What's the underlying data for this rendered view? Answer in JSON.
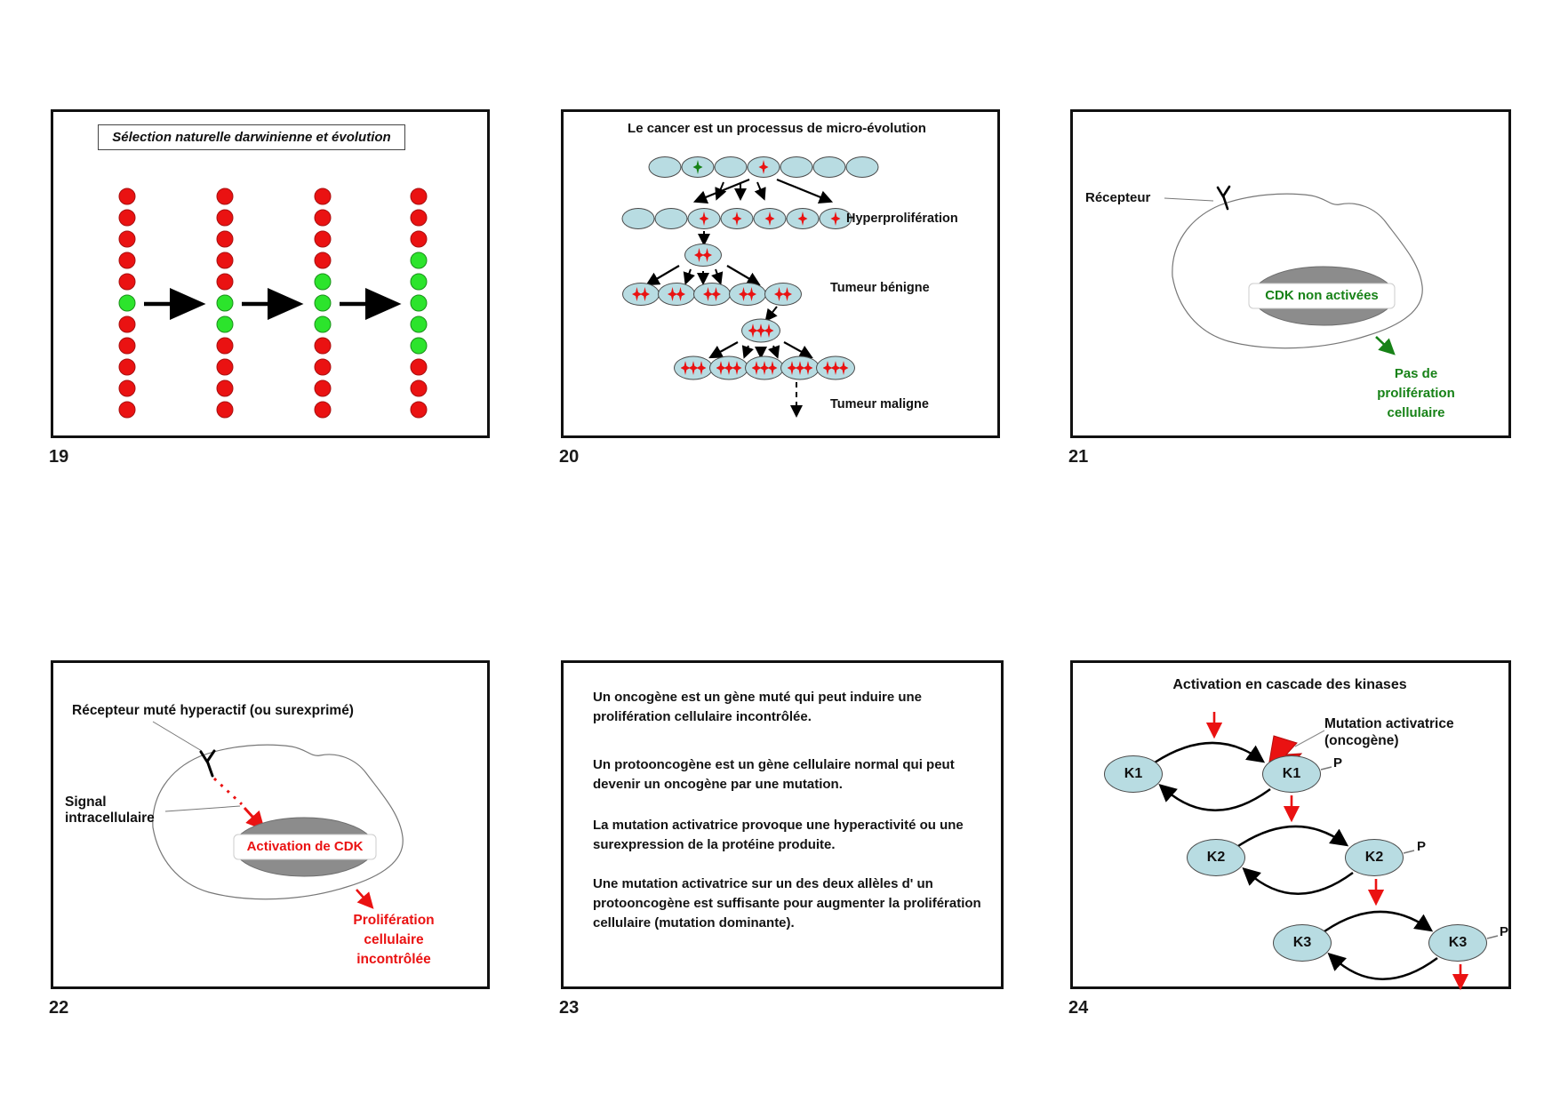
{
  "page": {
    "background": "#ffffff"
  },
  "colors": {
    "red": "#ea1212",
    "green_dot": "#2ce42c",
    "green_text": "#178217",
    "cell_blue": "#b8dce2",
    "nucleus_gray": "#8c8c8c"
  },
  "slides": {
    "s19": {
      "number": "19",
      "title": "Sélection naturelle darwinienne et évolution",
      "columns": [
        [
          "R",
          "R",
          "R",
          "R",
          "R",
          "G",
          "R",
          "R",
          "R",
          "R",
          "R"
        ],
        [
          "R",
          "R",
          "R",
          "R",
          "R",
          "G",
          "G",
          "R",
          "R",
          "R",
          "R"
        ],
        [
          "R",
          "R",
          "R",
          "R",
          "G",
          "G",
          "G",
          "R",
          "R",
          "R",
          "R"
        ],
        [
          "R",
          "R",
          "R",
          "G",
          "G",
          "G",
          "G",
          "G",
          "R",
          "R",
          "R"
        ]
      ]
    },
    "s20": {
      "number": "20",
      "title": "Le cancer est un processus de micro-évolution",
      "labels": {
        "hyperproliferation": "Hyperprolifération",
        "benign_tumor": "Tumeur bénigne",
        "malignant_tumor": "Tumeur maligne"
      },
      "rows": {
        "row1": [
          0,
          "G",
          0,
          1,
          0,
          0,
          0
        ],
        "row2": [
          0,
          0,
          1,
          1,
          1,
          1,
          1
        ],
        "intermediate1": [
          2
        ],
        "row3": [
          2,
          2,
          2,
          2,
          2
        ],
        "intermediate2": [
          3
        ],
        "row4": [
          3,
          3,
          3,
          3,
          3
        ]
      }
    },
    "s21": {
      "number": "21",
      "receptor_label": "Récepteur",
      "nucleus_label": "CDK non activées",
      "note_lines": [
        "Pas de",
        "prolifération",
        "cellulaire"
      ]
    },
    "s22": {
      "number": "22",
      "receptor_label": "Récepteur muté hyperactif (ou surexprimé)",
      "signal_lines": [
        "Signal",
        "intracellulaire"
      ],
      "nucleus_label": "Activation de CDK",
      "note_lines": [
        "Prolifération",
        "cellulaire",
        "incontrôlée"
      ]
    },
    "s23": {
      "number": "23",
      "paragraphs": [
        "Un oncogène est un gène muté qui peut induire une prolifération cellulaire incontrôlée.",
        "Un protooncogène est un gène cellulaire normal qui peut devenir un oncogène par une mutation.",
        "La mutation activatrice provoque une hyperactivité ou une surexpression de la protéine produite.",
        "Une mutation activatrice sur un des deux allèles d' un protooncogène est suffisante pour augmenter la prolifération cellulaire (mutation dominante)."
      ]
    },
    "s24": {
      "number": "24",
      "title": "Activation en cascade des kinases",
      "mutation_lines": [
        "Mutation activatrice",
        "(oncogène)"
      ],
      "kinase_labels": [
        "K1",
        "K2",
        "K3"
      ],
      "phospho_label": "P"
    }
  }
}
